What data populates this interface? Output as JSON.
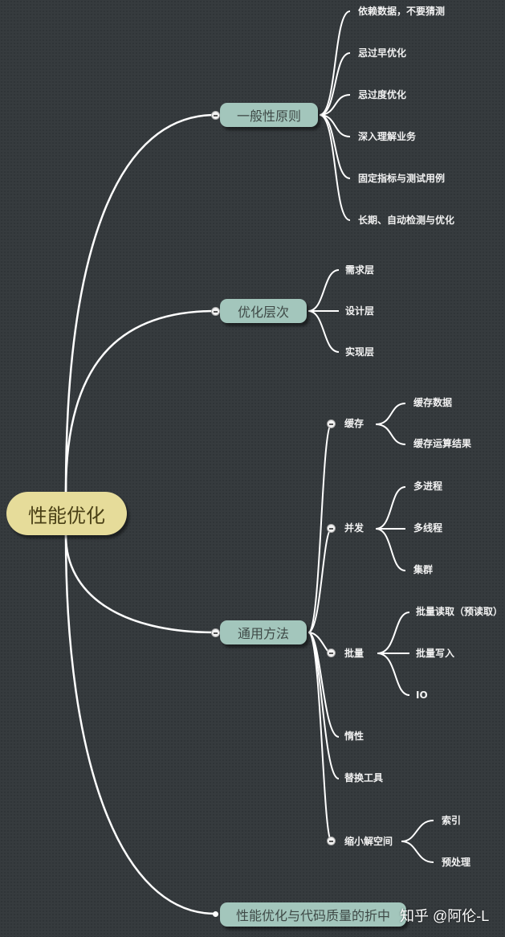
{
  "root": {
    "label": "性能优化"
  },
  "branches": [
    {
      "label": "一般性原则",
      "children": [
        "依赖数据，不要猜测",
        "忌过早优化",
        "忌过度优化",
        "深入理解业务",
        "固定指标与测试用例",
        "长期、自动检测与优化"
      ]
    },
    {
      "label": "优化层次",
      "children": [
        "需求层",
        "设计层",
        "实现层"
      ]
    },
    {
      "label": "通用方法",
      "children": [
        {
          "label": "缓存",
          "children": [
            "缓存数据",
            "缓存运算结果"
          ]
        },
        {
          "label": "并发",
          "children": [
            "多进程",
            "多线程",
            "集群"
          ]
        },
        {
          "label": "批量",
          "children": [
            "批量读取（预读取）",
            "批量写入",
            "IO"
          ]
        },
        {
          "label": "惰性"
        },
        {
          "label": "替换工具"
        },
        {
          "label": "缩小解空间",
          "children": [
            "索引",
            "预处理"
          ]
        }
      ]
    },
    {
      "label": "性能优化与代码质量的折中"
    }
  ],
  "watermark": "知乎 @阿伦-L",
  "colors": {
    "background": "#363b3e",
    "root_fill": "#e6dc9a",
    "main_fill": "#a3c6bc",
    "line": "#ffffff"
  }
}
